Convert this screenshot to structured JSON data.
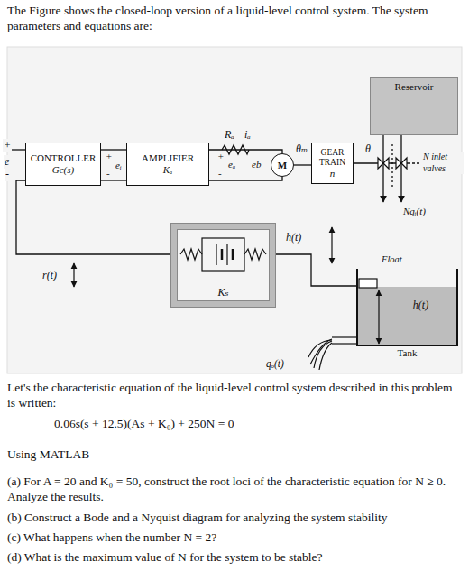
{
  "diagram": {
    "nodes": [
      {
        "text": [
          "CONTROLLER",
          "Gc(s)"
        ]
      },
      {
        "text": [
          "AMPLIFIER",
          "Kₐ"
        ]
      },
      {
        "text": [
          "M"
        ]
      },
      {
        "text": [
          "GEAR TRAIN",
          "n"
        ]
      },
      {
        "text": [
          "Reservoir"
        ]
      },
      {
        "text": [
          "Kₛ"
        ]
      },
      {
        "text": [
          "h(t)",
          "Tank"
        ]
      }
    ],
    "edges": [
      {
        "from": 0,
        "to": 1,
        "arrow": "none"
      },
      {
        "from": 1,
        "to": 2,
        "arrow": "none"
      },
      {
        "from": 2,
        "to": 3,
        "arrow": "none"
      },
      {
        "from": 5,
        "to": 0,
        "arrow": "none"
      },
      {
        "from": 6,
        "to": 5,
        "arrow": "none"
      }
    ],
    "labels": [
      "The Figure shows the closed-loop version of a liquid-level control system. The system parameters and equations are:",
      "+",
      "e",
      "-",
      "+",
      "eᵢ",
      "-",
      "Rₐ",
      "iₐ",
      "+",
      "eₐ",
      "-",
      "eb",
      "θₘ",
      "θ",
      "N inlet valves",
      "Nqᵢ(t)",
      "h(t)",
      "r(t)",
      "Float",
      "qₒ(t)",
      "Let's the characteristic equation of the liquid-level control system described in this problem is written:",
      "0.06s(s + 12.5)(As + K₀) + 250N = 0",
      "Using MATLAB",
      "(a) For A = 20 and K₀ = 50, construct the root loci of the characteristic equation for N ≥ 0. Analyze the results.",
      "(b) Construct a Bode and a Nyquist diagram for analyzing the system stability",
      "(c) What happens when the number N = 2?",
      "(d) What is the maximum value of N for the system to be stable?"
    ]
  }
}
